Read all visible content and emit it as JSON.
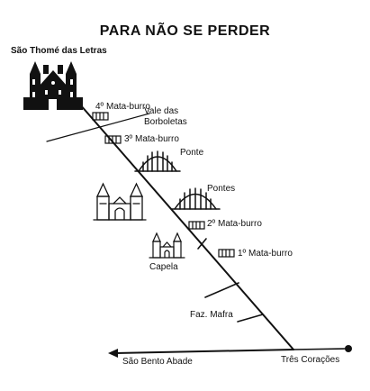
{
  "title": "PARA NÃO SE PERDER",
  "places": {
    "start": "São Thomé das Letras",
    "end": "Três Corações",
    "left_end": "São Bento Abade",
    "valley": "Vale das Borboletas",
    "chapel": "Capela",
    "farm": "Faz. Mafra"
  },
  "crossings": {
    "mata_burro_4": "4º Mata-burro",
    "mata_burro_3": "3º Mata-burro",
    "mata_burro_2": "2º Mata-burro",
    "mata_burro_1": "1º Mata-burro",
    "bridge": "Ponte",
    "bridges": "Pontes"
  },
  "colors": {
    "ink": "#111111",
    "paper": "#ffffff"
  }
}
